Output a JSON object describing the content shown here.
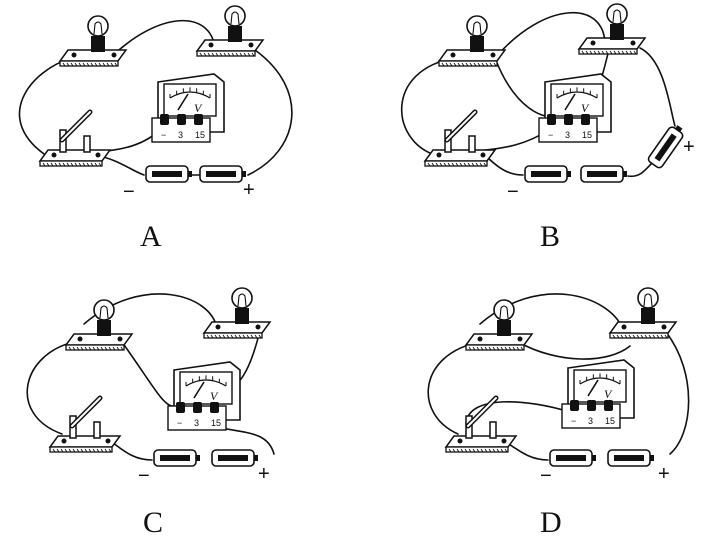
{
  "panels": [
    {
      "id": "A",
      "label": "A",
      "minus": "−",
      "plus": "+",
      "meter_letter": "V",
      "scale_low": "3",
      "scale_high": "15",
      "scale_minus": "−"
    },
    {
      "id": "B",
      "label": "B",
      "minus": "−",
      "plus": "+",
      "meter_letter": "V",
      "scale_low": "3",
      "scale_high": "15",
      "scale_minus": "−"
    },
    {
      "id": "C",
      "label": "C",
      "minus": "−",
      "plus": "+",
      "meter_letter": "V",
      "scale_low": "3",
      "scale_high": "15",
      "scale_minus": "−"
    },
    {
      "id": "D",
      "label": "D",
      "minus": "−",
      "plus": "+",
      "meter_letter": "V",
      "scale_low": "3",
      "scale_high": "15",
      "scale_minus": "−"
    }
  ]
}
